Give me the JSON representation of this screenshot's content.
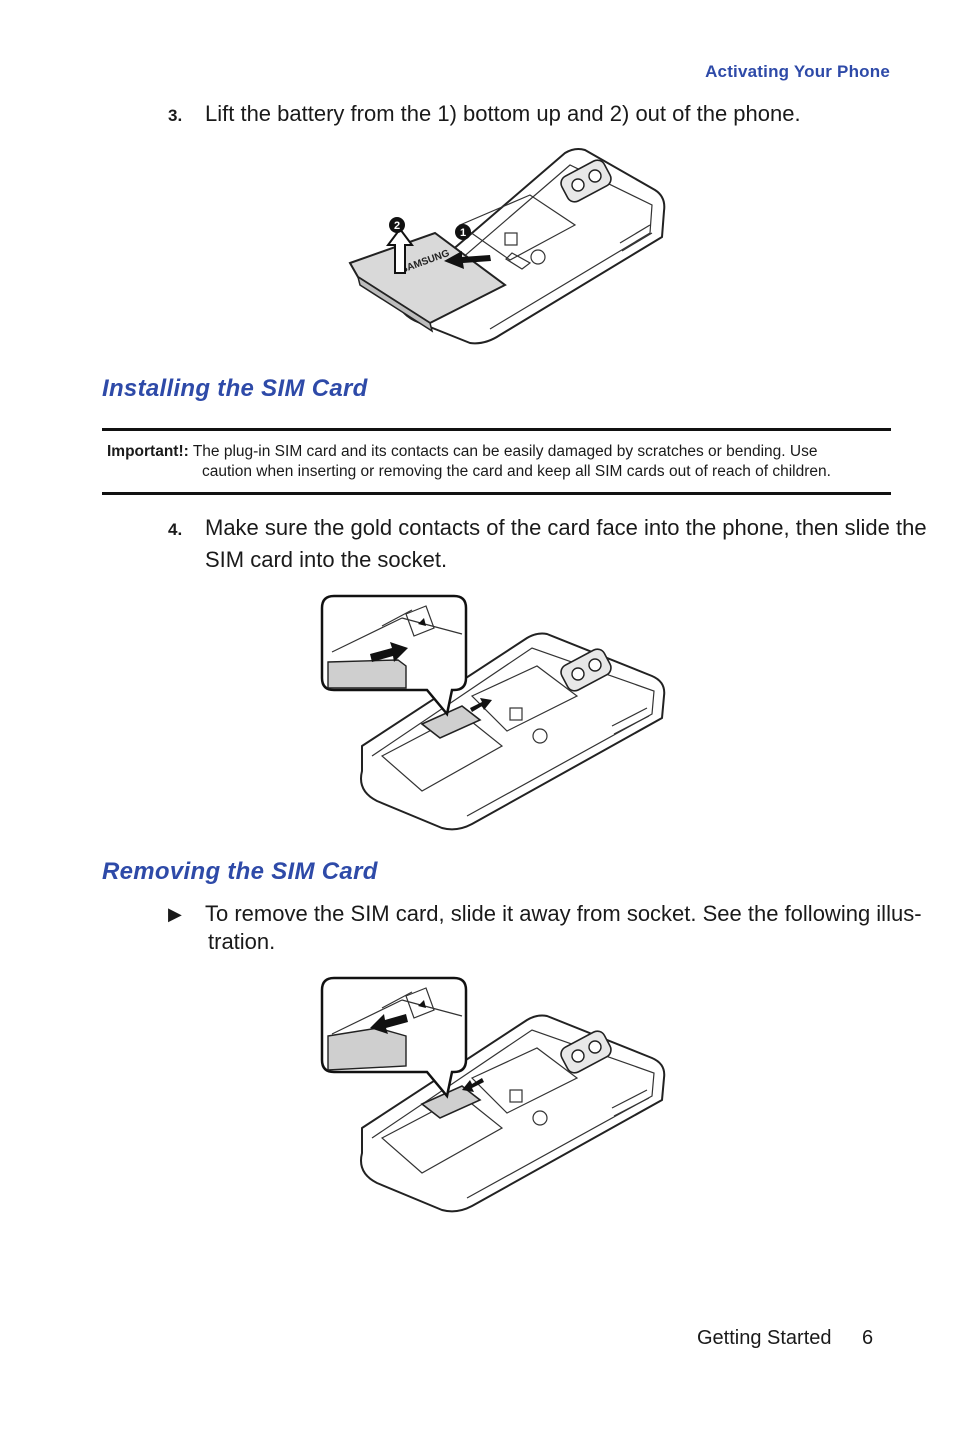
{
  "header": {
    "running_title": "Activating Your Phone"
  },
  "step3": {
    "number": "3.",
    "text": "Lift the battery from the 1) bottom up and 2) out of the phone."
  },
  "figure1": {
    "callout_1": "1",
    "callout_2": "2",
    "battery_brand": "SAMSUNG"
  },
  "section_install": {
    "title": "Installing the SIM Card"
  },
  "important": {
    "label": "Important!:",
    "line1": "The plug-in SIM card and its contacts can be easily damaged by scratches or bending. Use",
    "line2": "caution when inserting or removing the card and keep all SIM cards out of reach of children."
  },
  "step4": {
    "number": "4.",
    "line1": "Make sure the gold contacts of the card face into the phone, then slide the",
    "line2": "SIM card into the socket."
  },
  "section_remove": {
    "title": "Removing the SIM Card"
  },
  "bullet": {
    "marker": "▶",
    "line1": "To remove the SIM card, slide it away from socket. See the following illus-",
    "line2": "tration."
  },
  "footer": {
    "section": "Getting Started",
    "page": "6"
  }
}
